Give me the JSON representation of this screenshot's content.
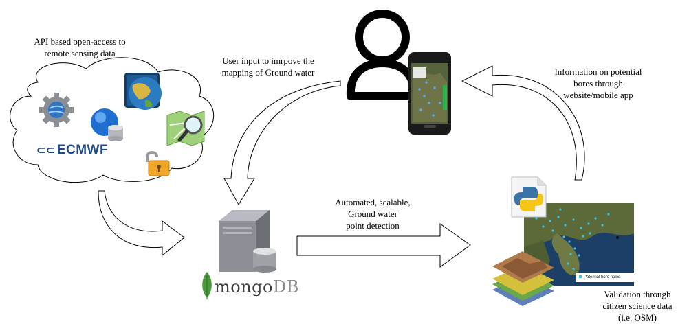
{
  "labels": {
    "api_access": [
      "API based open-access to",
      "remote sensing data"
    ],
    "user_input": [
      "User input to imrpove the",
      "mapping of Ground water"
    ],
    "information": [
      "Information on potential",
      "bores through",
      "website/mobile app"
    ],
    "automated": [
      "Automated, scalable,",
      "Ground water",
      "point detection"
    ],
    "validation": [
      "Validation through",
      "citizen science data",
      "(i.e. OSM)"
    ]
  },
  "logos": {
    "ecmwf": "ECMWF",
    "mongo_left": "mongo",
    "mongo_right": "DB"
  },
  "map": {
    "legend": "Potential bore holes"
  },
  "colors": {
    "ecmwf_blue": "#1f4a86",
    "mongo_green": "#4a9a3c",
    "map_water": "#1b3f66",
    "map_land": "#5c6a3a",
    "bore_points": "#36c3e8",
    "phone_body": "#1a1a1a"
  },
  "icons": [
    "gear-globe-icon",
    "earth-app-icon",
    "globe-database-icon",
    "openstreetmap-icon",
    "padlock-icon",
    "user-icon",
    "smartphone-icon",
    "server-icon",
    "database-icon",
    "mongodb-leaf-icon",
    "python-file-icon",
    "terrain-layers-icon"
  ]
}
